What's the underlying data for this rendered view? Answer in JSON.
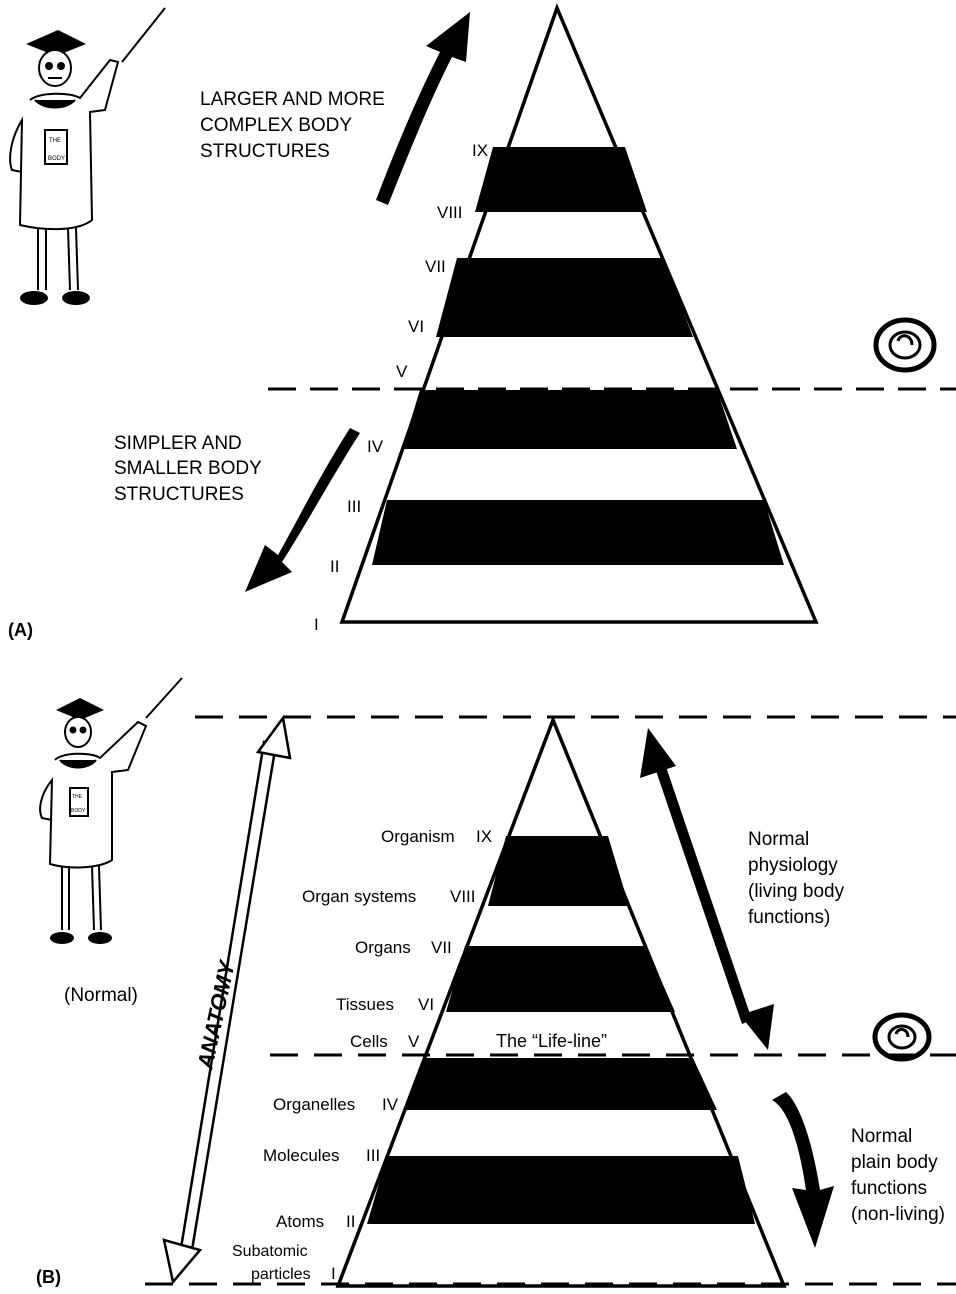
{
  "panel_a": {
    "label": "(A)",
    "up_text": [
      "LARGER AND MORE",
      "COMPLEX BODY",
      "STRUCTURES"
    ],
    "down_text": [
      "SIMPLER AND",
      "SMALLER BODY",
      "STRUCTURES"
    ],
    "levels": [
      "I",
      "II",
      "III",
      "IV",
      "V",
      "VI",
      "VII",
      "VIII",
      "IX"
    ]
  },
  "panel_b": {
    "label": "(B)",
    "normal_label": "(Normal)",
    "anatomy_label": "ANATOMY",
    "lifeline_label": "The “Life-line”",
    "physiology_text": [
      "Normal",
      "physiology",
      "(living body",
      "functions)"
    ],
    "plain_text": [
      "Normal",
      "plain body",
      "functions",
      "(non-living)"
    ],
    "levels": [
      {
        "numeral": "I",
        "name": "particles",
        "name_prefix": "Subatomic"
      },
      {
        "numeral": "II",
        "name": "Atoms"
      },
      {
        "numeral": "III",
        "name": "Molecules"
      },
      {
        "numeral": "IV",
        "name": "Organelles"
      },
      {
        "numeral": "V",
        "name": "Cells"
      },
      {
        "numeral": "VI",
        "name": "Tissues"
      },
      {
        "numeral": "VII",
        "name": "Organs"
      },
      {
        "numeral": "VIII",
        "name": "Organ systems"
      },
      {
        "numeral": "IX",
        "name": "Organism"
      }
    ]
  },
  "book_text": [
    "THE",
    "BODY"
  ],
  "colors": {
    "ink": "#000000",
    "paper": "#ffffff"
  }
}
